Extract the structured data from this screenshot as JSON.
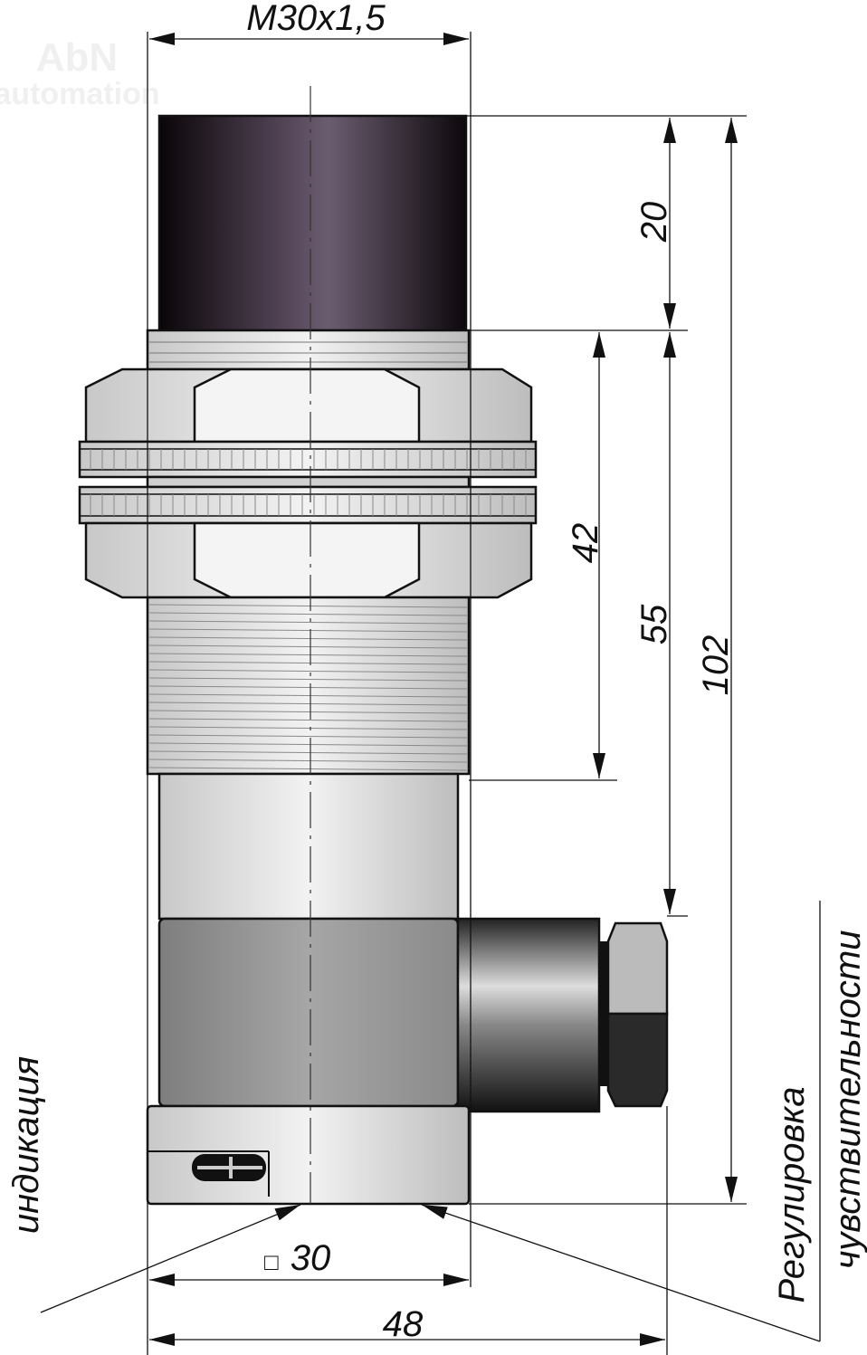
{
  "watermark": {
    "brand": "AbN",
    "sub": "automation"
  },
  "dimensions": {
    "thread": "M30x1,5",
    "cap_length": "20",
    "thread_length": "42",
    "body_length": "55",
    "total_length": "102",
    "square_symbol": "□",
    "square_size": "30",
    "total_width": "48"
  },
  "callouts": {
    "indication": "индикация",
    "adjust_line1": "Регулировка",
    "adjust_line2": "чувствительности"
  },
  "colors": {
    "cap": "#2a1f2e",
    "metal": "#d6d6d6",
    "housing": "#9a9a9a",
    "outline": "#111111"
  }
}
